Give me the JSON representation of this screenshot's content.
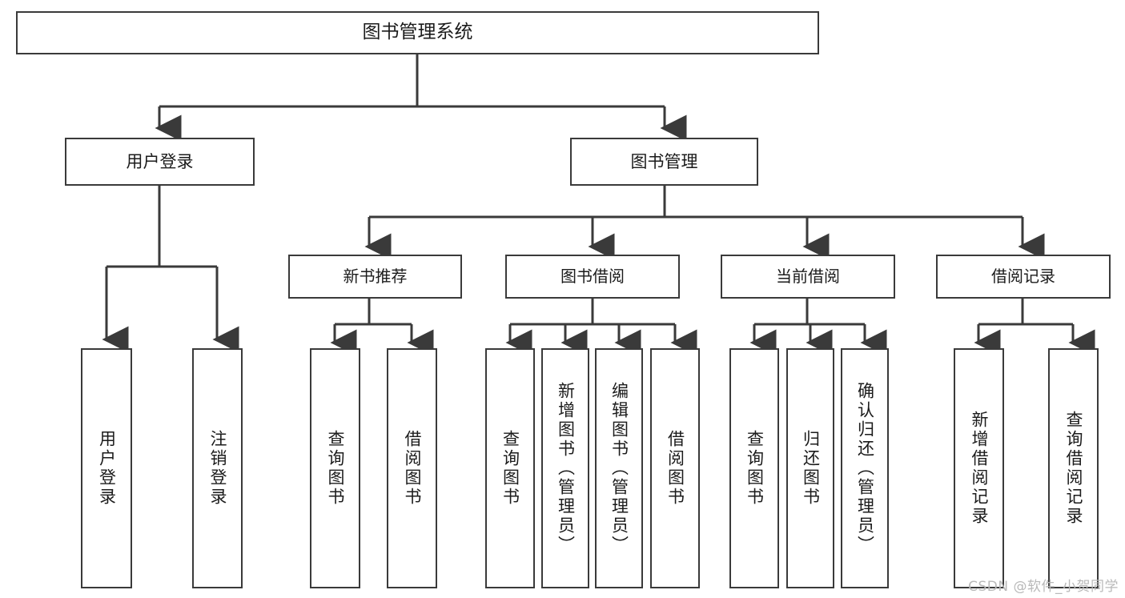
{
  "diagram": {
    "title": "图书管理系统",
    "type": "hierarchy-tree",
    "orientation": "top-down",
    "colors": {
      "background": "#ffffff",
      "box_border": "#3a3a3a",
      "box_fill": "#ffffff",
      "connector": "#3a3a3a",
      "text": "#1b1b1b",
      "watermark": "#b9b9b9"
    },
    "root": {
      "label": "图书管理系统"
    },
    "level1": [
      {
        "label": "用户登录"
      },
      {
        "label": "图书管理"
      }
    ],
    "level2": [
      {
        "label": "新书推荐"
      },
      {
        "label": "图书借阅"
      },
      {
        "label": "当前借阅"
      },
      {
        "label": "借阅记录"
      }
    ],
    "leaves": {
      "user_login": [
        {
          "label": "用户登录"
        },
        {
          "label": "注销登录"
        }
      ],
      "new_book_recommend": [
        {
          "label": "查询图书"
        },
        {
          "label": "借阅图书"
        }
      ],
      "book_borrow": [
        {
          "label": "查询图书"
        },
        {
          "label": "新增图书（管理员）"
        },
        {
          "label": "编辑图书（管理员）"
        },
        {
          "label": "借阅图书"
        }
      ],
      "current_borrow": [
        {
          "label": "查询图书"
        },
        {
          "label": "归还图书"
        },
        {
          "label": "确认归还（管理员）"
        }
      ],
      "borrow_record": [
        {
          "label": "新增借阅记录"
        },
        {
          "label": "查询借阅记录"
        }
      ]
    }
  },
  "watermark": {
    "text": "CSDN @软件_小贺同学"
  }
}
